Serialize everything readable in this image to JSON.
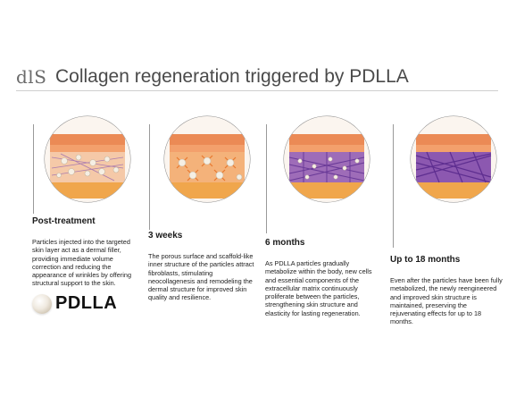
{
  "header": {
    "logo": "dlS",
    "title": "Collagen regeneration triggered by PDLLA"
  },
  "stages": [
    {
      "heading": "Post-treatment",
      "text": "Particles injected into the targeted skin layer act as a dermal filler, providing immediate volume correction and reducing the appearance of wrinkles by offering structural support to the skin."
    },
    {
      "heading": "3 weeks",
      "text": "The porous surface and scaffold-like inner structure of the particles attract fibroblasts, stimulating neocollagenesis and remodeling the dermal structure for improved skin quality and resilience."
    },
    {
      "heading": "6 months",
      "text": "As PDLLA particles gradually metabolize within the body, new cells and essential components of the extracellular matrix continuously proliferate between the particles, strengthening skin structure and elasticity for lasting regeneration."
    },
    {
      "heading": "Up to 18 months",
      "text": "Even after the particles have been fully metabolized, the newly reengineered and improved skin structure is maintained, preserving the rejuvenating effects for up to 18 months."
    }
  ],
  "badge": {
    "label": "PDLLA"
  },
  "colors": {
    "skin_top": "#f0a070",
    "skin_layer": "#e8905a",
    "fat": "#f2a850",
    "collagen": "#7a4aa8",
    "fibroblast": "#f08a3a",
    "particle": "#f4efe6"
  }
}
